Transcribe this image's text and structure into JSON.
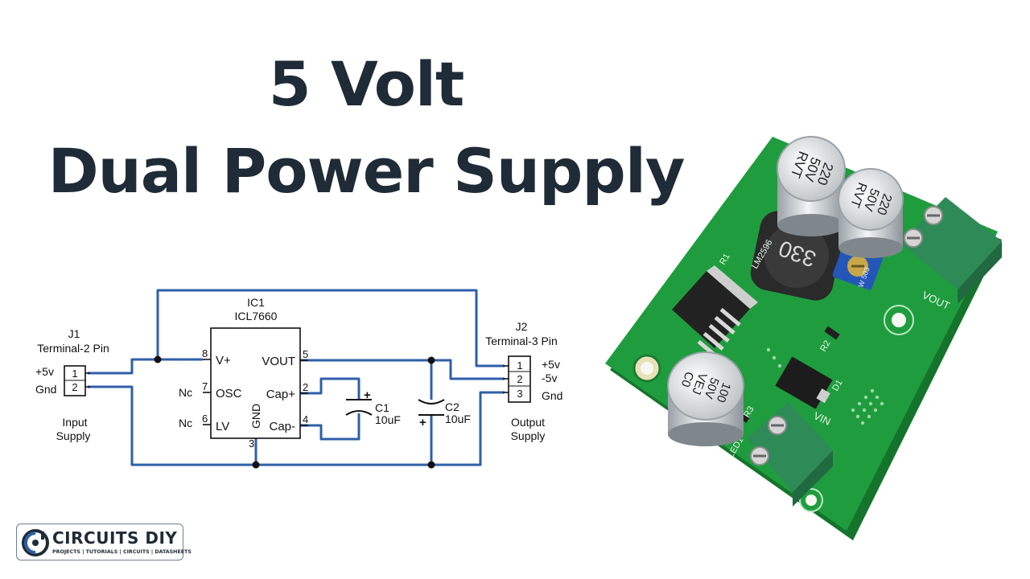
{
  "title": {
    "line1": "5 Volt",
    "line2": "Dual Power Supply"
  },
  "colors": {
    "wire": "#2f5fa8",
    "title": "#1f2b36",
    "pcb": "#1e9a3c",
    "terminal": "#2e8b57"
  },
  "schematic": {
    "ic": {
      "ref": "IC1",
      "part": "ICL7660",
      "pins": [
        {
          "num": "8",
          "name": "V+"
        },
        {
          "num": "7",
          "name": "OSC",
          "nc": "Nc"
        },
        {
          "num": "6",
          "name": "LV",
          "nc": "Nc"
        },
        {
          "num": "5",
          "name": "VOUT"
        },
        {
          "num": "2",
          "name": "Cap+"
        },
        {
          "num": "4",
          "name": "Cap-"
        },
        {
          "num": "3",
          "name": "GND"
        }
      ]
    },
    "j1": {
      "ref": "J1",
      "type": "Terminal-2 Pin",
      "pins": [
        {
          "num": "1",
          "label": "+5v"
        },
        {
          "num": "2",
          "label": "Gnd"
        }
      ],
      "caption1": "Input",
      "caption2": "Supply"
    },
    "j2": {
      "ref": "J2",
      "type": "Terminal-3 Pin",
      "pins": [
        {
          "num": "1",
          "label": "+5v"
        },
        {
          "num": "2",
          "label": "-5v"
        },
        {
          "num": "3",
          "label": "Gnd"
        }
      ],
      "caption1": "Output",
      "caption2": "Supply"
    },
    "c1": {
      "ref": "C1",
      "value": "10uF",
      "polarity": "+"
    },
    "c2": {
      "ref": "C2",
      "value": "10uF",
      "polarity": "+"
    }
  },
  "board": {
    "cap_top_left": {
      "line1": "220",
      "line2": "50V",
      "line3": "RVT"
    },
    "cap_top_right": {
      "line1": "220",
      "line2": "50V",
      "line3": "RVT"
    },
    "cap_bottom": {
      "line1": "100",
      "line2": "50V",
      "line3": "VEJ",
      "line4": "C0"
    },
    "inductor": "330",
    "pot": "W 503",
    "silk": {
      "ic": "LM2596",
      "r1": "R1",
      "r2": "R2",
      "r3": "R3",
      "d1": "D1",
      "led1": "LED1",
      "vout": "VOUT",
      "vin": "VIN"
    }
  },
  "logo": {
    "name": "CIRCUITS DIY",
    "tagline": "PROJECTS | TUTORIALS | CIRCUITS | DATASHEETS"
  }
}
